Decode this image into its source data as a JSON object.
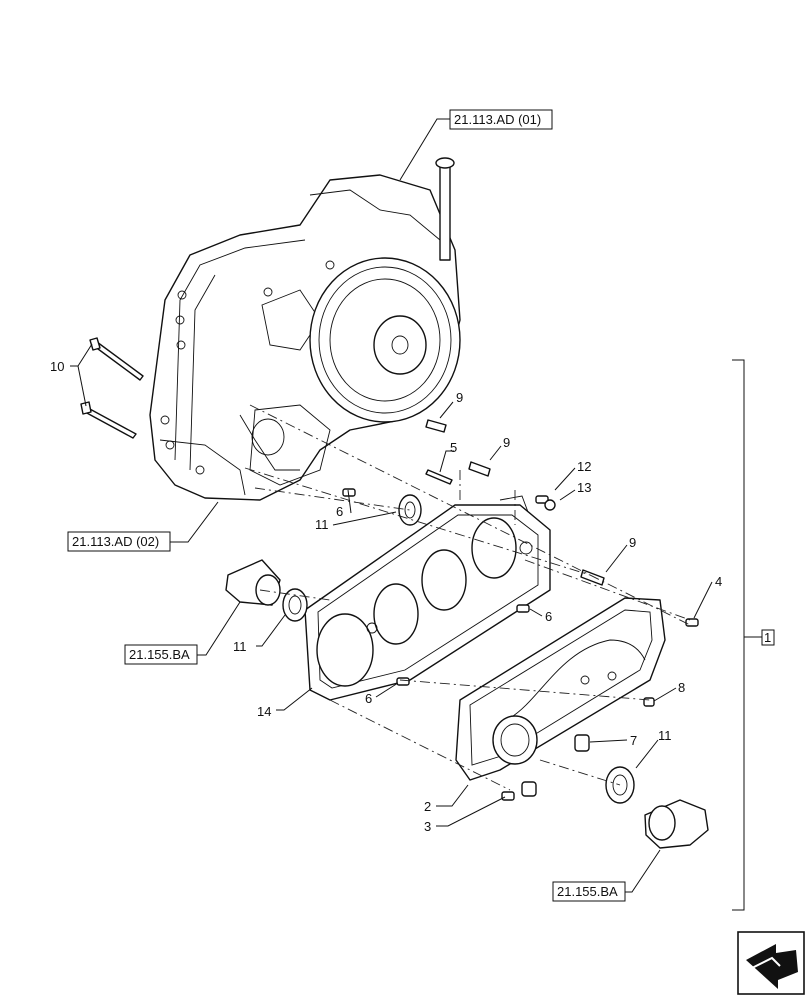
{
  "references": {
    "ref_top": "21.113.AD (01)",
    "ref_left": "21.113.AD (02)",
    "ref_mid": "21.155.BA",
    "ref_bottom": "21.155.BA"
  },
  "callouts": {
    "c1": "1",
    "c2": "2",
    "c3": "3",
    "c4": "4",
    "c5": "5",
    "c6a": "6",
    "c6b": "6",
    "c6c": "6",
    "c7": "7",
    "c8": "8",
    "c9a": "9",
    "c9b": "9",
    "c9c": "9",
    "c10": "10",
    "c11a": "11",
    "c11b": "11",
    "c11c": "11",
    "c12": "12",
    "c13": "13",
    "c14": "14"
  },
  "icons": {
    "nav": "next-page-arrow-icon"
  }
}
